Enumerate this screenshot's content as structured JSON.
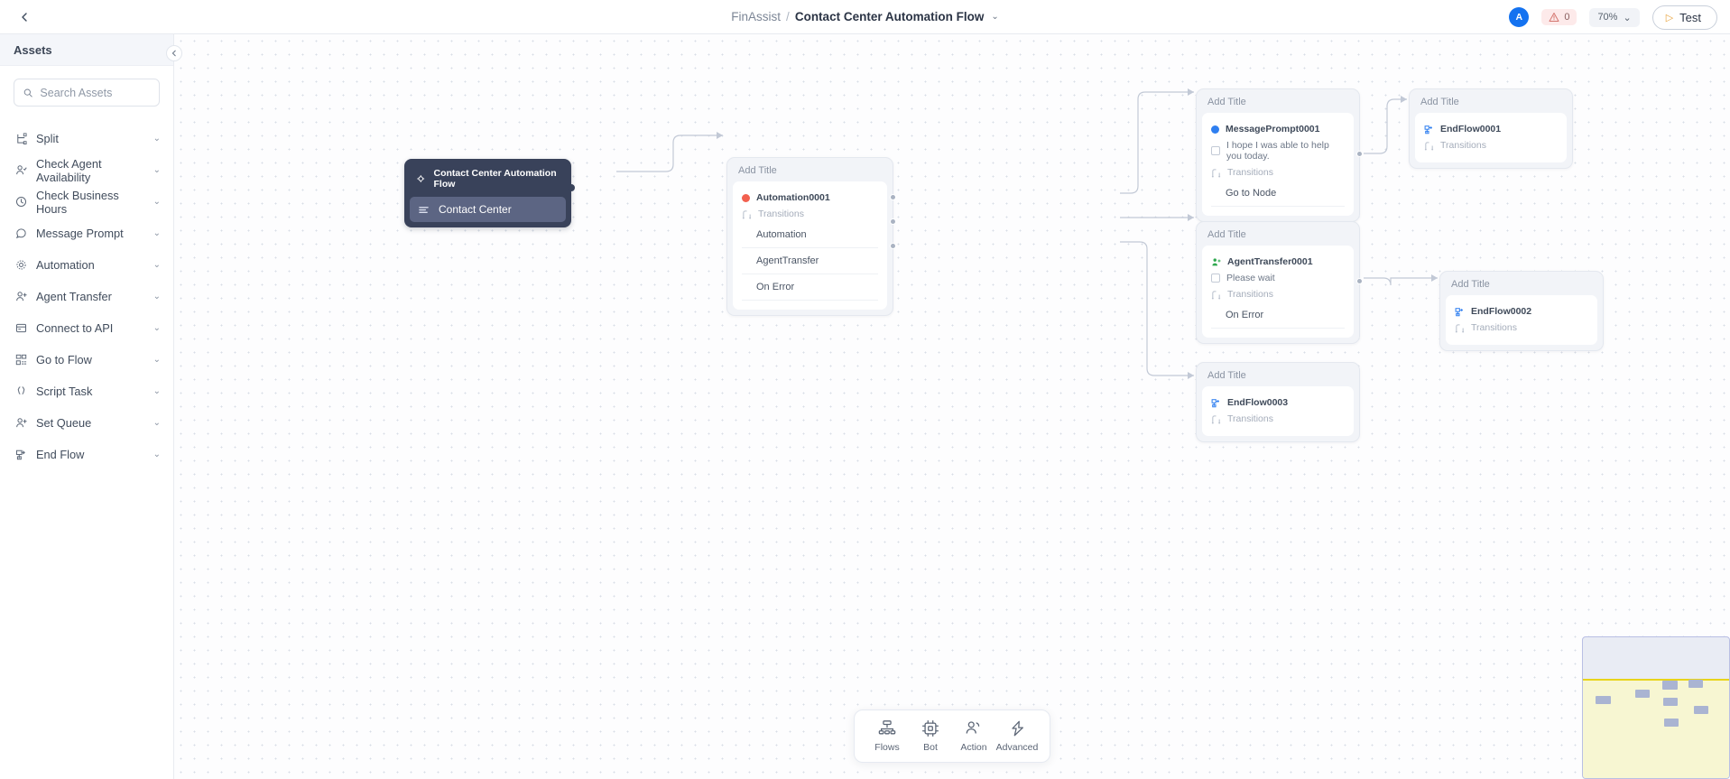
{
  "topbar": {
    "back_icon": "chevron-left-icon",
    "breadcrumb": {
      "parent": "FinAssist",
      "separator": "/",
      "current": "Contact Center Automation Flow",
      "caret": "⌄"
    },
    "avatar_initial": "A",
    "warning_count": "0",
    "zoom_level": "70%",
    "zoom_caret": "⌄",
    "test_label": "Test"
  },
  "sidebar": {
    "header": "Assets",
    "collapse_icon": "chevron-left-icon",
    "search": {
      "placeholder": "Search Assets",
      "value": ""
    },
    "items": [
      {
        "label": "Split",
        "icon": "split-icon"
      },
      {
        "label": "Check Agent Availability",
        "icon": "user-check-icon"
      },
      {
        "label": "Check Business Hours",
        "icon": "clock-icon"
      },
      {
        "label": "Message Prompt",
        "icon": "message-icon"
      },
      {
        "label": "Automation",
        "icon": "gear-icon"
      },
      {
        "label": "Agent Transfer",
        "icon": "user-plus-icon"
      },
      {
        "label": "Connect to API",
        "icon": "api-icon"
      },
      {
        "label": "Go to Flow",
        "icon": "flow-icon"
      },
      {
        "label": "Script Task",
        "icon": "braces-icon"
      },
      {
        "label": "Set Queue",
        "icon": "user-queue-icon"
      },
      {
        "label": "End Flow",
        "icon": "end-flow-icon"
      }
    ]
  },
  "canvas": {
    "start_node": {
      "title": "Contact Center Automation Flow",
      "row_label": "Contact Center",
      "title_icon": "flow-start-icon",
      "row_icon": "lines-icon"
    },
    "nodes": [
      {
        "id": "automation",
        "title": "Add Title",
        "name": "Automation0001",
        "dot_color": "#f2604f",
        "transitions_label": "Transitions",
        "transitions": [
          "Automation",
          "AgentTransfer",
          "On Error"
        ]
      },
      {
        "id": "message-prompt",
        "title": "Add Title",
        "name": "MessagePrompt0001",
        "dot_color": "#2f7ff0",
        "message": "I hope I was able to help you today.",
        "transitions_label": "Transitions",
        "transitions": [
          "Go to Node"
        ]
      },
      {
        "id": "end-flow-1",
        "title": "Add Title",
        "name": "EndFlow0001",
        "icon": "end-flow-icon",
        "transitions_label": "Transitions",
        "transitions": []
      },
      {
        "id": "agent-transfer",
        "title": "Add Title",
        "name": "AgentTransfer0001",
        "icon": "agent-transfer-icon",
        "message": "Please wait",
        "transitions_label": "Transitions",
        "transitions": [
          "On Error"
        ]
      },
      {
        "id": "end-flow-2",
        "title": "Add Title",
        "name": "EndFlow0002",
        "icon": "end-flow-icon",
        "transitions_label": "Transitions",
        "transitions": []
      },
      {
        "id": "end-flow-3",
        "title": "Add Title",
        "name": "EndFlow0003",
        "icon": "end-flow-icon",
        "transitions_label": "Transitions",
        "transitions": []
      }
    ]
  },
  "toolbar": [
    {
      "label": "Flows",
      "icon": "flows-icon"
    },
    {
      "label": "Bot",
      "icon": "chip-icon"
    },
    {
      "label": "Action",
      "icon": "people-icon"
    },
    {
      "label": "Advanced",
      "icon": "bolt-icon"
    }
  ],
  "minimap": {
    "name": "canvas-minimap"
  }
}
